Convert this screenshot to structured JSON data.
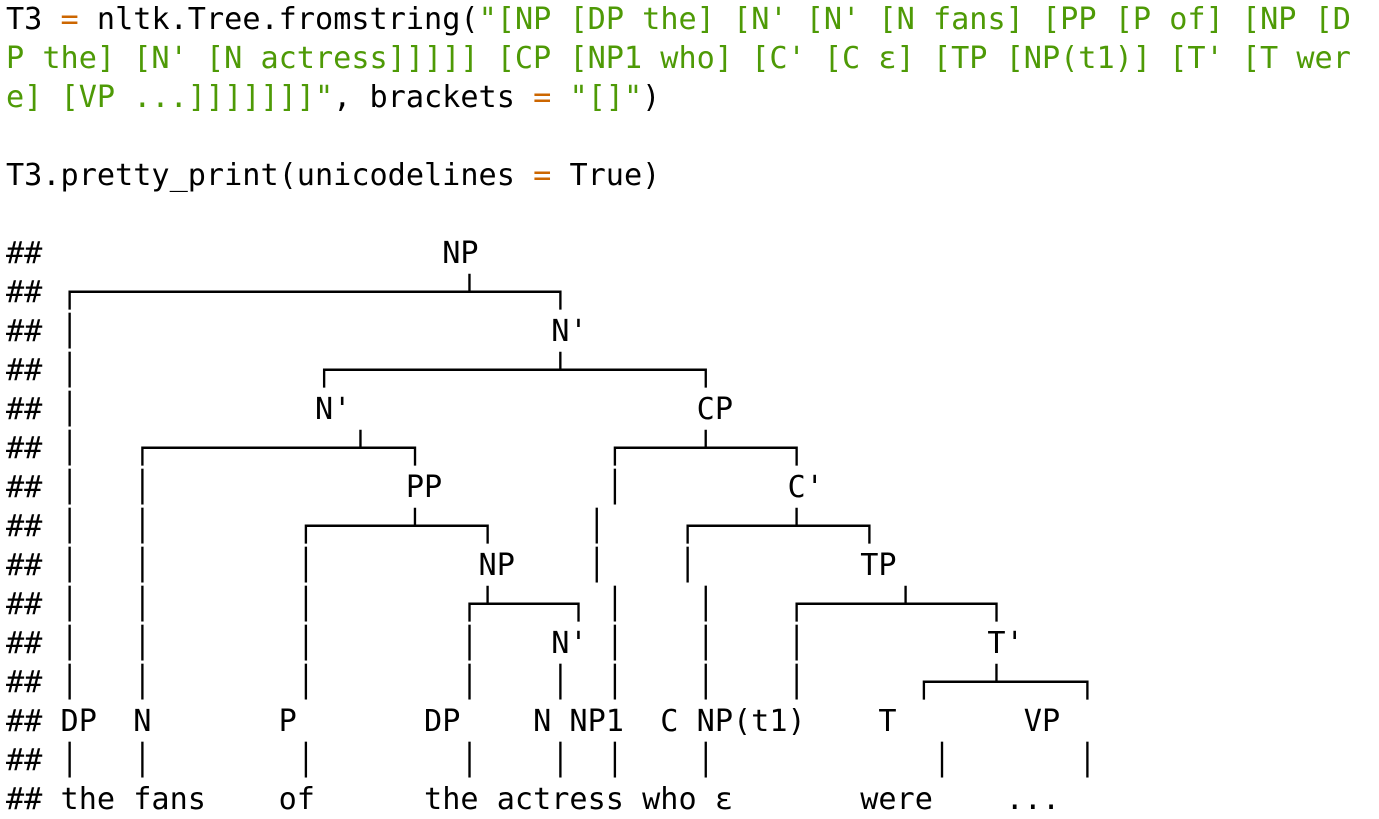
{
  "code": {
    "statement1": {
      "var_name": "T3",
      "assign_op": "=",
      "call_open": "nltk.Tree.fromstring(",
      "string_line1": "\"[NP [DP the] [N' [N' [N fans] [PP [P of] [NP [D",
      "string_line2": "P the] [N' [N actress]]]]] [CP [NP1 who] [C' [C ε] [TP [NP(t1)] [T' [T wer",
      "string_line3": "e] [VP ...]]]]]]]\"",
      "args_sep": ", brackets",
      "kwarg_op": "=",
      "brackets_value": "\"[]\"",
      "call_close": ")"
    },
    "statement2": {
      "call_open": "T3.pretty_print(unicodelines",
      "kwarg_op": "=",
      "kwarg_value": "True)"
    }
  },
  "colors": {
    "text": "#000000",
    "operator": "#cc6600",
    "string": "#4e9a06",
    "background": "#ffffff"
  },
  "output": {
    "prefix": "##",
    "lines": [
      "                      NP",
      " ┌─────────────────────┴────┐",
      " │                          N'",
      " │             ┌────────────┴───────┐",
      " │             N'                   CP",
      " │   ┌───────────┴──┐          ┌────┴────┐",
      " │   │              PP         │         C'",
      " │   │        ┌─────┴───┐     │    ┌─────┴───┐",
      " │   │        │         NP    │    │         TP",
      " │   │        │        ┌┴────┐ │    │    ┌─────┴────┐",
      " │   │        │        │    N' │    │    │          T'",
      " │   │        │        │    │  │    │    │      ┌───┴────┐",
      " DP  N       P       DP    N NP1  C NP(t1)    T       VP",
      " │   │        │        │    │  │    │            │       │",
      " the fans    of      the actress who ε       were    ..."
    ]
  }
}
